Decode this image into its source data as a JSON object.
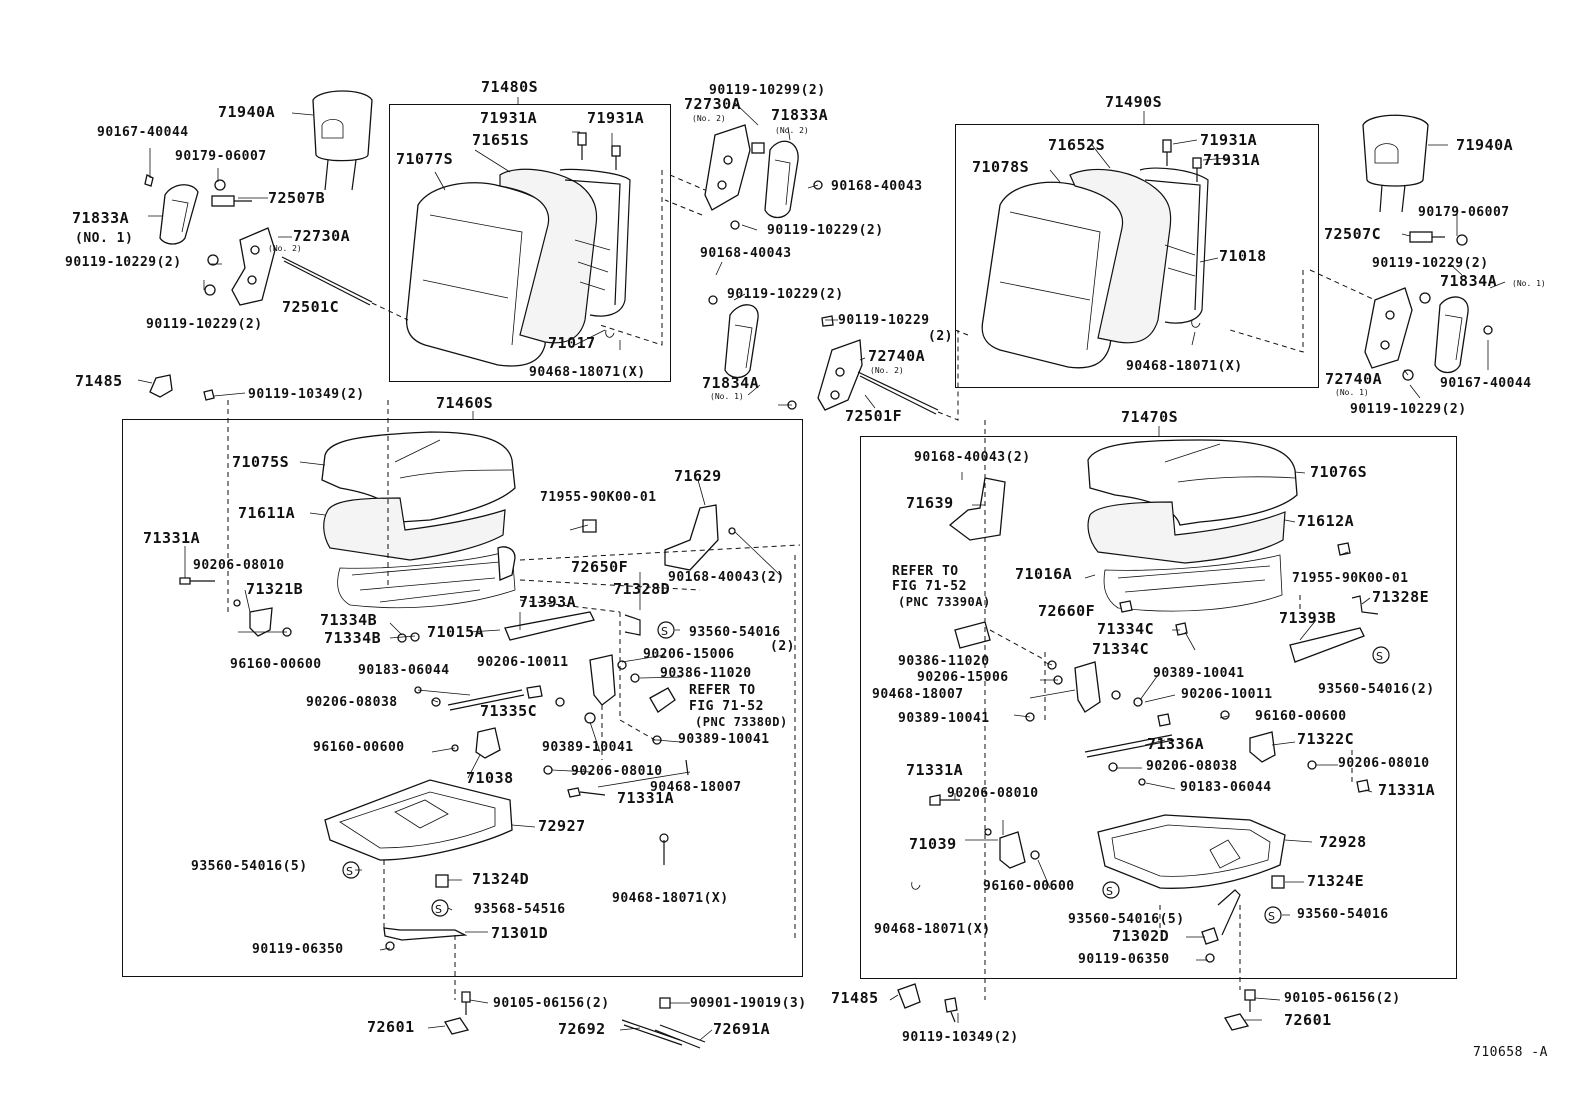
{
  "diagram": {
    "figure_code": "710658 -A",
    "group_labels": {
      "seat_back_right": "71480S",
      "seat_back_left": "71490S",
      "cushion_right": "71460S",
      "cushion_left": "71470S"
    },
    "labels": [
      {
        "id": "l1",
        "text": "71940A"
      },
      {
        "id": "l2",
        "text": "90167-40044"
      },
      {
        "id": "l3",
        "text": "90179-06007"
      },
      {
        "id": "l4",
        "text": "72507B"
      },
      {
        "id": "l5",
        "text": "71833A"
      },
      {
        "id": "l6",
        "text": "(NO. 1)"
      },
      {
        "id": "l7",
        "text": "72730A"
      },
      {
        "id": "l8",
        "text": "90119-10229(2)"
      },
      {
        "id": "l9",
        "text": "72501C"
      },
      {
        "id": "l10",
        "text": "90119-10229(2)"
      },
      {
        "id": "l11",
        "text": "71931A"
      },
      {
        "id": "l12",
        "text": "71931A"
      },
      {
        "id": "l13",
        "text": "71651S"
      },
      {
        "id": "l14",
        "text": "71077S"
      },
      {
        "id": "l15",
        "text": "71017"
      },
      {
        "id": "l16",
        "text": "90468-18071(X)"
      },
      {
        "id": "l17",
        "text": "90119-10299(2)"
      },
      {
        "id": "l18",
        "text": "72730A"
      },
      {
        "id": "l19",
        "text": "71833A"
      },
      {
        "id": "l20",
        "text": "90168-40043"
      },
      {
        "id": "l21",
        "text": "90119-10229(2)"
      },
      {
        "id": "l22",
        "text": "90168-40043"
      },
      {
        "id": "l23",
        "text": "90119-10229(2)"
      },
      {
        "id": "l24",
        "text": "71834A"
      },
      {
        "id": "l25",
        "text": "90119-10229"
      },
      {
        "id": "l26",
        "text": "(2)"
      },
      {
        "id": "l27",
        "text": "72740A"
      },
      {
        "id": "l28",
        "text": "72501F"
      },
      {
        "id": "l29",
        "text": "71652S"
      },
      {
        "id": "l30",
        "text": "71078S"
      },
      {
        "id": "l31",
        "text": "71931A"
      },
      {
        "id": "l32",
        "text": "71931A"
      },
      {
        "id": "l33",
        "text": "71018"
      },
      {
        "id": "l34",
        "text": "90468-18071(X)"
      },
      {
        "id": "l35",
        "text": "71940A"
      },
      {
        "id": "l36",
        "text": "90179-06007"
      },
      {
        "id": "l37",
        "text": "72507C"
      },
      {
        "id": "l38",
        "text": "90119-10229(2)"
      },
      {
        "id": "l39",
        "text": "71834A"
      },
      {
        "id": "l40",
        "text": "72740A"
      },
      {
        "id": "l41",
        "text": "90167-40044"
      },
      {
        "id": "l42",
        "text": "90119-10229(2)"
      },
      {
        "id": "l43",
        "text": "71485"
      },
      {
        "id": "l44",
        "text": "90119-10349(2)"
      },
      {
        "id": "l45",
        "text": "71075S"
      },
      {
        "id": "l46",
        "text": "71611A"
      },
      {
        "id": "l47",
        "text": "71331A"
      },
      {
        "id": "l48",
        "text": "90206-08010"
      },
      {
        "id": "l49",
        "text": "71321B"
      },
      {
        "id": "l50",
        "text": "71334B"
      },
      {
        "id": "l51",
        "text": "71334B"
      },
      {
        "id": "l52",
        "text": "71015A"
      },
      {
        "id": "l53",
        "text": "96160-00600"
      },
      {
        "id": "l54",
        "text": "71955-90K00-01"
      },
      {
        "id": "l55",
        "text": "71629"
      },
      {
        "id": "l56",
        "text": "72650F"
      },
      {
        "id": "l57",
        "text": "71328D"
      },
      {
        "id": "l58",
        "text": "90168-40043(2)"
      },
      {
        "id": "l59",
        "text": "71393A"
      },
      {
        "id": "l60",
        "text": "93560-54016"
      },
      {
        "id": "l61",
        "text": "(2)"
      },
      {
        "id": "l62",
        "text": "90183-06044"
      },
      {
        "id": "l63",
        "text": "90206-10011"
      },
      {
        "id": "l64",
        "text": "90206-15006"
      },
      {
        "id": "l65",
        "text": "90386-11020"
      },
      {
        "id": "l66",
        "text": "REFER TO"
      },
      {
        "id": "l67",
        "text": "FIG 71-52"
      },
      {
        "id": "l68",
        "text": "(PNC 73380D)"
      },
      {
        "id": "l69",
        "text": "90206-08038"
      },
      {
        "id": "l70",
        "text": "71335C"
      },
      {
        "id": "l71",
        "text": "90389-10041"
      },
      {
        "id": "l72",
        "text": "90389-10041"
      },
      {
        "id": "l73",
        "text": "96160-00600"
      },
      {
        "id": "l74",
        "text": "71038"
      },
      {
        "id": "l75",
        "text": "90206-08010"
      },
      {
        "id": "l76",
        "text": "90468-18007"
      },
      {
        "id": "l77",
        "text": "71331A"
      },
      {
        "id": "l78",
        "text": "72927"
      },
      {
        "id": "l79",
        "text": "93560-54016(5)"
      },
      {
        "id": "l80",
        "text": "71324D"
      },
      {
        "id": "l81",
        "text": "93568-54516"
      },
      {
        "id": "l82",
        "text": "90468-18071(X)"
      },
      {
        "id": "l83",
        "text": "71301D"
      },
      {
        "id": "l84",
        "text": "90119-06350"
      },
      {
        "id": "l85",
        "text": "90105-06156(2)"
      },
      {
        "id": "l86",
        "text": "90901-19019(3)"
      },
      {
        "id": "l87",
        "text": "72601"
      },
      {
        "id": "l88",
        "text": "72692"
      },
      {
        "id": "l89",
        "text": "72691A"
      },
      {
        "id": "l90",
        "text": "71485"
      },
      {
        "id": "l91",
        "text": "90119-10349(2)"
      },
      {
        "id": "l92",
        "text": "90168-40043(2)"
      },
      {
        "id": "l93",
        "text": "71076S"
      },
      {
        "id": "l94",
        "text": "71639"
      },
      {
        "id": "l95",
        "text": "71612A"
      },
      {
        "id": "l96",
        "text": "REFER TO"
      },
      {
        "id": "l97",
        "text": "FIG 71-52"
      },
      {
        "id": "l98",
        "text": "(PNC 73390A)"
      },
      {
        "id": "l99",
        "text": "71016A"
      },
      {
        "id": "l100",
        "text": "71955-90K00-01"
      },
      {
        "id": "l101",
        "text": "72660F"
      },
      {
        "id": "l102",
        "text": "71328E"
      },
      {
        "id": "l103",
        "text": "71334C"
      },
      {
        "id": "l104",
        "text": "71334C"
      },
      {
        "id": "l105",
        "text": "71393B"
      },
      {
        "id": "l106",
        "text": "90386-11020"
      },
      {
        "id": "l107",
        "text": "90206-15006"
      },
      {
        "id": "l108",
        "text": "90389-10041"
      },
      {
        "id": "l109",
        "text": "90468-18007"
      },
      {
        "id": "l110",
        "text": "90206-10011"
      },
      {
        "id": "l111",
        "text": "93560-54016(2)"
      },
      {
        "id": "l112",
        "text": "90389-10041"
      },
      {
        "id": "l113",
        "text": "96160-00600"
      },
      {
        "id": "l114",
        "text": "71336A"
      },
      {
        "id": "l115",
        "text": "71322C"
      },
      {
        "id": "l116",
        "text": "71331A"
      },
      {
        "id": "l117",
        "text": "90206-08038"
      },
      {
        "id": "l118",
        "text": "90206-08010"
      },
      {
        "id": "l119",
        "text": "90206-08010"
      },
      {
        "id": "l120",
        "text": "90183-06044"
      },
      {
        "id": "l121",
        "text": "71331A"
      },
      {
        "id": "l122",
        "text": "71039"
      },
      {
        "id": "l123",
        "text": "72928"
      },
      {
        "id": "l124",
        "text": "96160-00600"
      },
      {
        "id": "l125",
        "text": "71324E"
      },
      {
        "id": "l126",
        "text": "93560-54016(5)"
      },
      {
        "id": "l127",
        "text": "93560-54016"
      },
      {
        "id": "l128",
        "text": "90468-18071(X)"
      },
      {
        "id": "l129",
        "text": "71302D"
      },
      {
        "id": "l130",
        "text": "90119-06350"
      },
      {
        "id": "l131",
        "text": "90105-06156(2)"
      },
      {
        "id": "l132",
        "text": "72601"
      }
    ],
    "small_notes": [
      {
        "id": "s1",
        "text": "(No. 2)"
      },
      {
        "id": "s2",
        "text": "(No. 2)"
      },
      {
        "id": "s3",
        "text": "(No. 2)"
      },
      {
        "id": "s4",
        "text": "(No. 2)"
      },
      {
        "id": "s5",
        "text": "(No. 1)"
      },
      {
        "id": "s6",
        "text": "(No. 1)"
      },
      {
        "id": "s7",
        "text": "(No. 1)"
      }
    ]
  }
}
